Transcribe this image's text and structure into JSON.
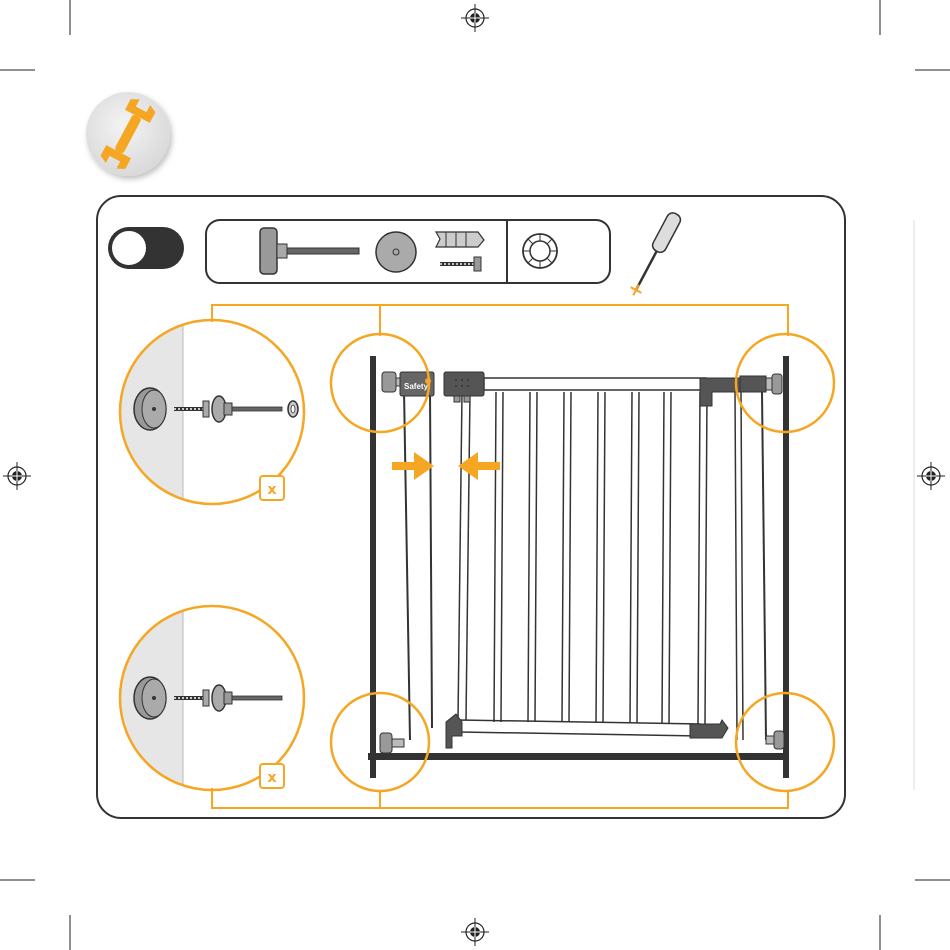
{
  "page": {
    "section_icon": "wrench-icon",
    "accent_color": "#f5a623",
    "frame_color": "#333333",
    "step_number": ""
  },
  "parts_tray": {
    "items": [
      "threaded-spindle",
      "end-cap",
      "wall-plug",
      "screw",
      "locking-ring"
    ]
  },
  "tool": "screwdriver-icon",
  "detail_top": {
    "quantity_label": "x",
    "parts": [
      "end-cap",
      "screw",
      "threaded-spindle",
      "locking-ring"
    ]
  },
  "detail_bottom": {
    "quantity_label": "x",
    "parts": [
      "end-cap",
      "screw",
      "threaded-spindle"
    ]
  },
  "gate": {
    "brand_label": "Safety",
    "arrows": [
      "push-right-arrow",
      "push-left-arrow"
    ]
  }
}
